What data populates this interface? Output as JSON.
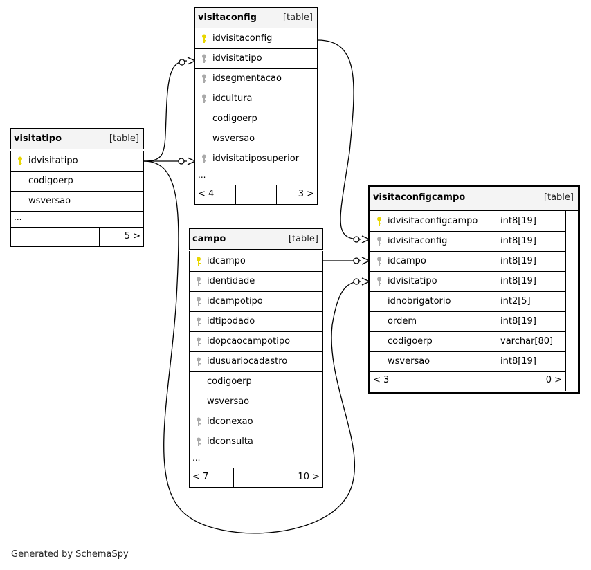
{
  "tables": {
    "visitaconfig": {
      "name": "visitaconfig",
      "kind": "[table]",
      "columns": [
        {
          "name": "idvisitaconfig",
          "key": "primary"
        },
        {
          "name": "idvisitatipo",
          "key": "foreign"
        },
        {
          "name": "idsegmentacao",
          "key": "foreign"
        },
        {
          "name": "idcultura",
          "key": "foreign"
        },
        {
          "name": "codigoerp",
          "key": "none"
        },
        {
          "name": "wsversao",
          "key": "none"
        },
        {
          "name": "idvisitatiposuperior",
          "key": "foreign"
        }
      ],
      "more": "...",
      "footer": {
        "left": "< 4",
        "middle": "",
        "right": "3 >"
      }
    },
    "visitatipo": {
      "name": "visitatipo",
      "kind": "[table]",
      "columns": [
        {
          "name": "idvisitatipo",
          "key": "primary"
        },
        {
          "name": "codigoerp",
          "key": "none"
        },
        {
          "name": "wsversao",
          "key": "none"
        }
      ],
      "more": "...",
      "footer": {
        "left": "",
        "middle": "",
        "right": "5 >"
      }
    },
    "campo": {
      "name": "campo",
      "kind": "[table]",
      "columns": [
        {
          "name": "idcampo",
          "key": "primary"
        },
        {
          "name": "identidade",
          "key": "foreign"
        },
        {
          "name": "idcampotipo",
          "key": "foreign"
        },
        {
          "name": "idtipodado",
          "key": "foreign"
        },
        {
          "name": "idopcaocampotipo",
          "key": "foreign"
        },
        {
          "name": "idusuariocadastro",
          "key": "foreign"
        },
        {
          "name": "codigoerp",
          "key": "none"
        },
        {
          "name": "wsversao",
          "key": "none"
        },
        {
          "name": "idconexao",
          "key": "foreign"
        },
        {
          "name": "idconsulta",
          "key": "foreign"
        }
      ],
      "more": "...",
      "footer": {
        "left": "< 7",
        "middle": "",
        "right": "10 >"
      }
    },
    "visitaconfigcampo": {
      "name": "visitaconfigcampo",
      "kind": "[table]",
      "columns": [
        {
          "name": "idvisitaconfigcampo",
          "type": "int8[19]",
          "key": "primary"
        },
        {
          "name": "idvisitaconfig",
          "type": "int8[19]",
          "key": "foreign"
        },
        {
          "name": "idcampo",
          "type": "int8[19]",
          "key": "foreign"
        },
        {
          "name": "idvisitatipo",
          "type": "int8[19]",
          "key": "foreign"
        },
        {
          "name": "idnobrigatorio",
          "type": "int2[5]",
          "key": "none"
        },
        {
          "name": "ordem",
          "type": "int8[19]",
          "key": "none"
        },
        {
          "name": "codigoerp",
          "type": "varchar[80]",
          "key": "none"
        },
        {
          "name": "wsversao",
          "type": "int8[19]",
          "key": "none"
        }
      ],
      "footer": {
        "left": "< 3",
        "middle": "",
        "right": "0 >"
      }
    }
  },
  "colors": {
    "primary_key": "#e8d600",
    "foreign_key": "#aaaaaa",
    "line": "#000000",
    "header_bg": "#f4f4f4"
  },
  "footer_credit": "Generated by SchemaSpy"
}
